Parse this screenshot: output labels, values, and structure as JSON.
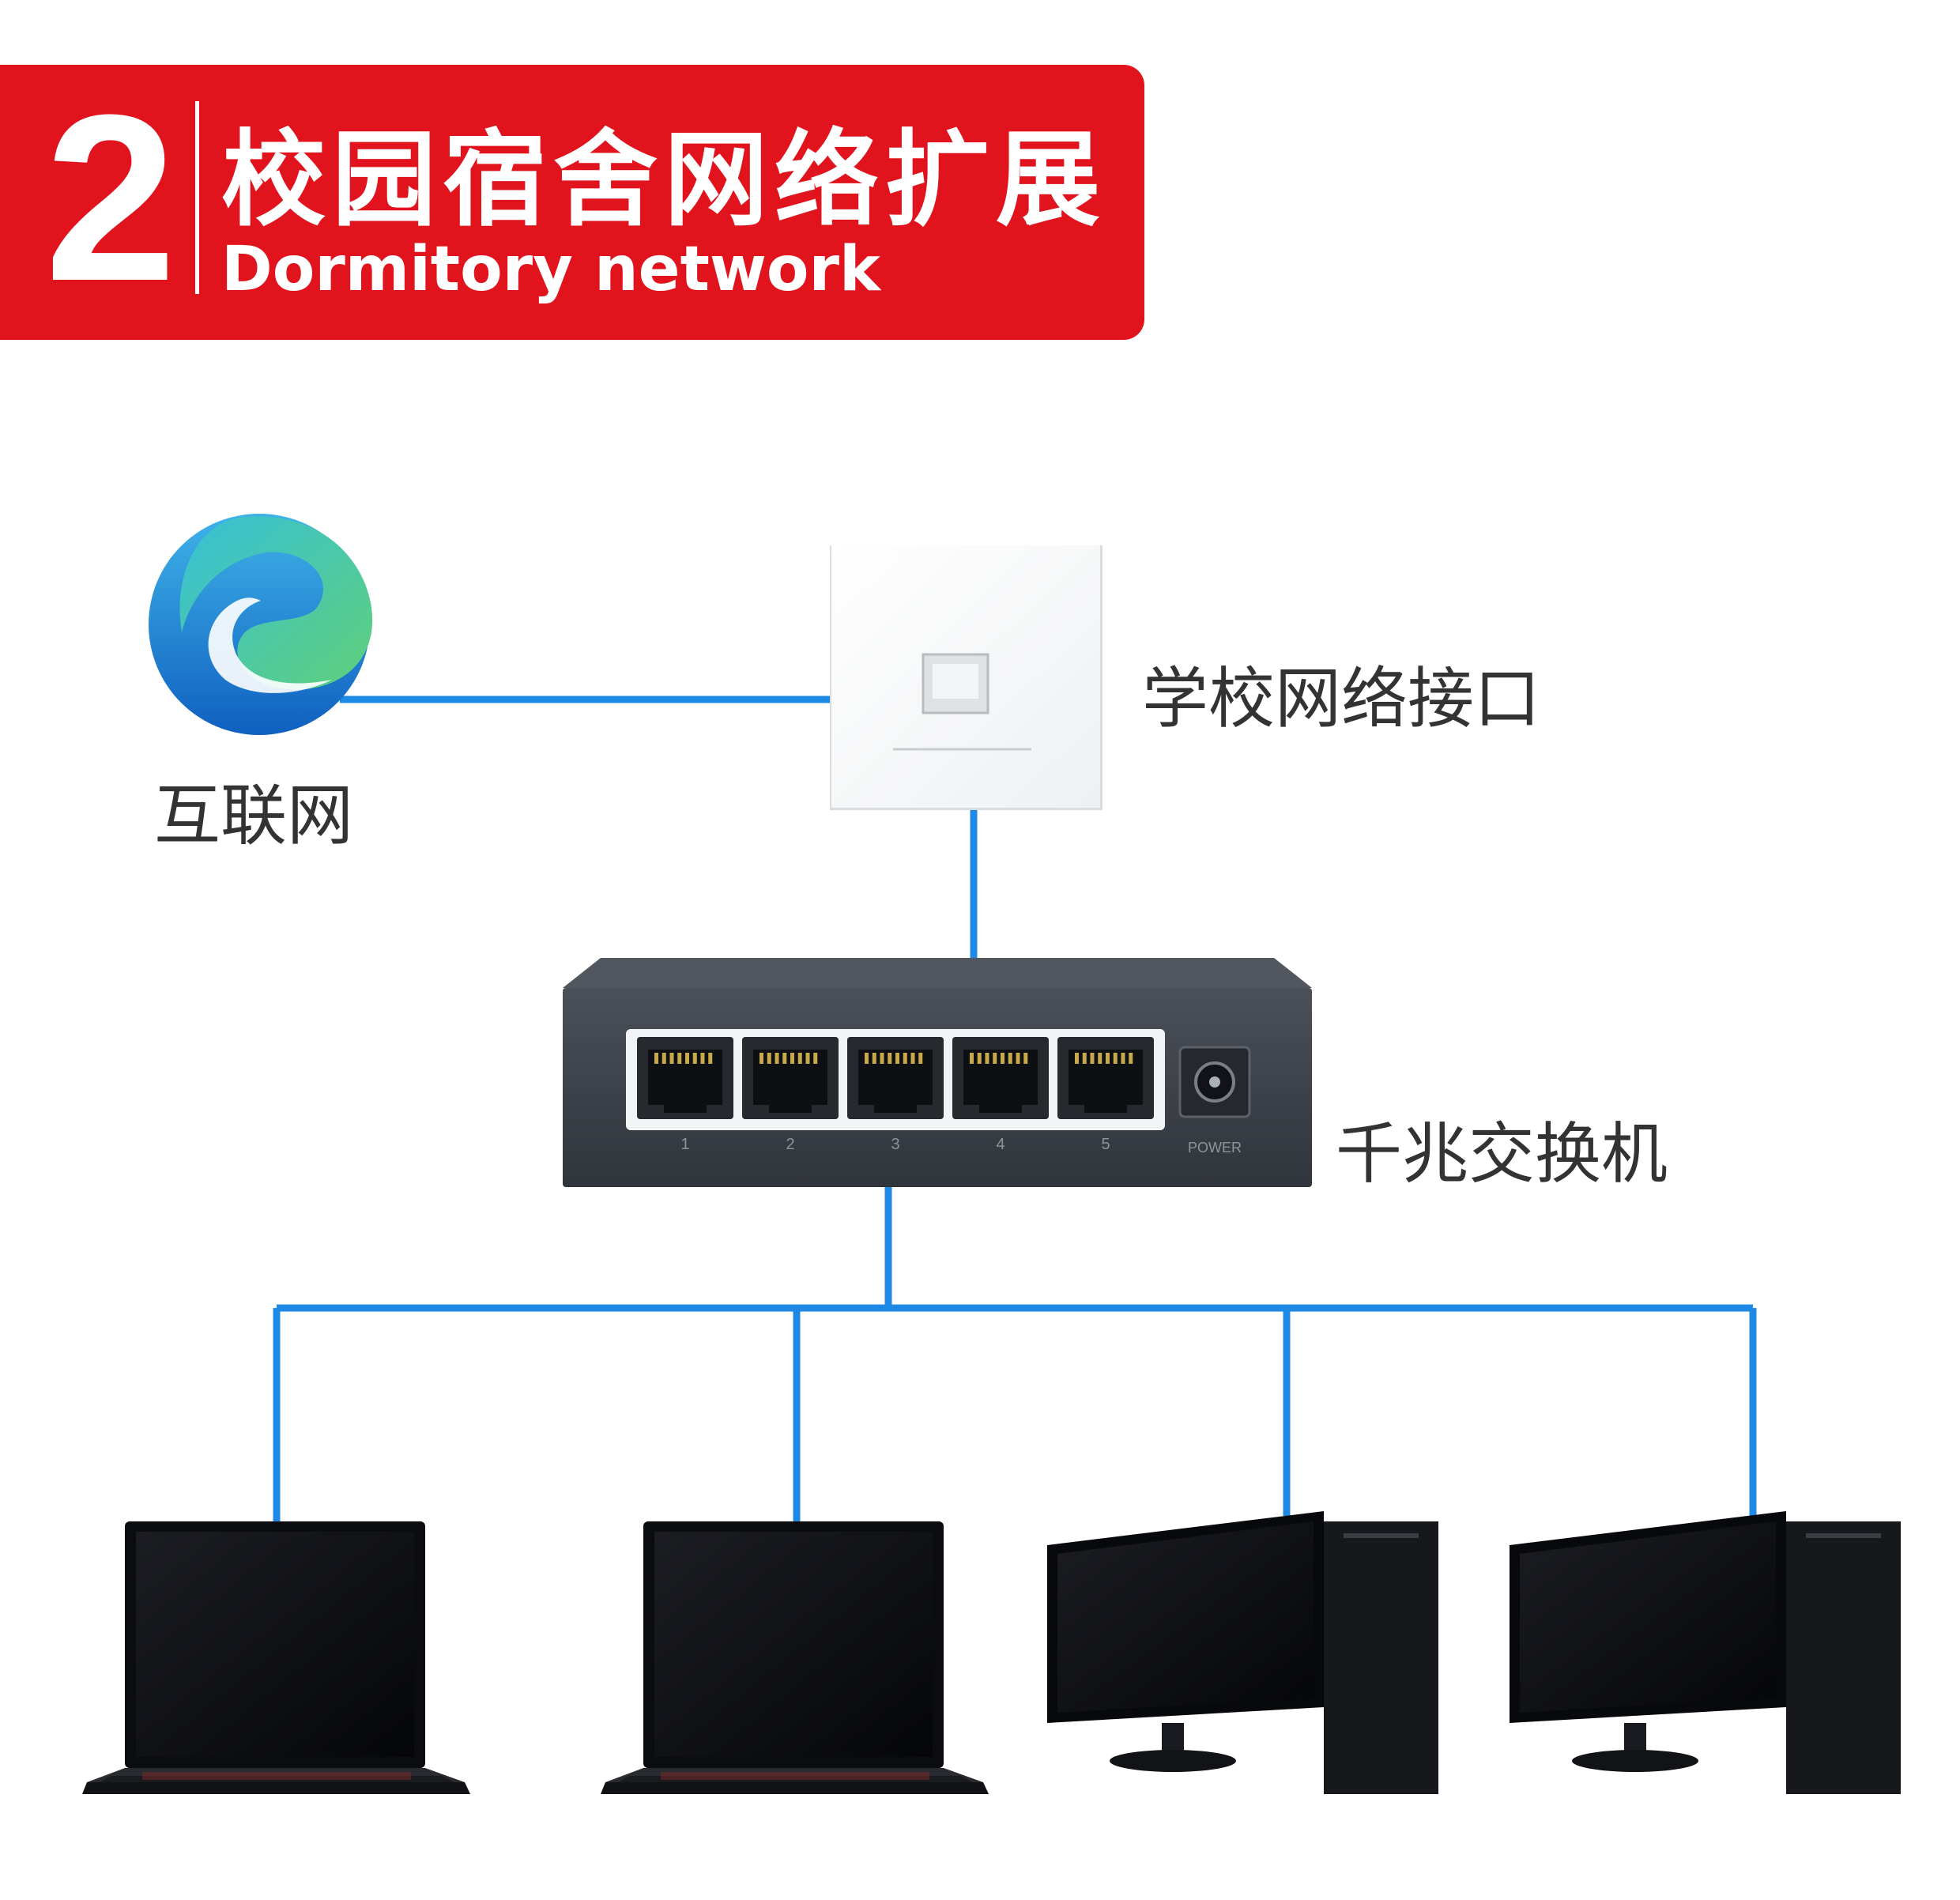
{
  "banner": {
    "number": "2",
    "title": "校园宿舍网络扩展",
    "subtitle": "Dormitory network"
  },
  "nodes": {
    "internet": {
      "label": "互联网",
      "icon": "edge-browser-icon"
    },
    "wall_port": {
      "label": "学校网络接口",
      "icon": "ethernet-wall-plate-icon"
    },
    "switch": {
      "label": "千兆交换机",
      "icon": "network-switch-icon",
      "port_labels": [
        "1",
        "2",
        "3",
        "4",
        "5"
      ],
      "power_label": "POWER"
    },
    "clients": [
      {
        "icon": "laptop-icon"
      },
      {
        "icon": "laptop-icon"
      },
      {
        "icon": "desktop-computer-icon"
      },
      {
        "icon": "desktop-computer-icon"
      }
    ]
  },
  "colors": {
    "banner": "#e1141e",
    "connector": "#1e88e5",
    "switch_body": "#3a3f48"
  }
}
